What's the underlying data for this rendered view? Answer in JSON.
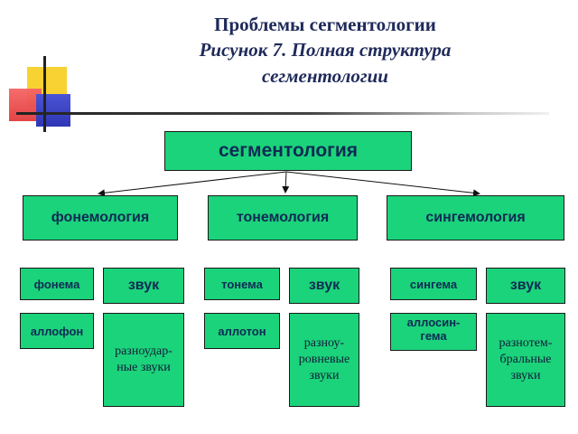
{
  "title": {
    "line1": "Проблемы сегментологии",
    "line2": "Рисунок 7. Полная структура",
    "line3": "сегментологии"
  },
  "colors": {
    "box_fill": "#1bd37a",
    "text": "#0e2a55",
    "title": "#1f2a5a"
  },
  "diagram": {
    "root": "сегментология",
    "branches": [
      "фонемология",
      "тонемология",
      "сингемология"
    ],
    "units": {
      "fonema": "фонема",
      "zvuk1": "звук",
      "tonema": "тонема",
      "zvuk2": "звук",
      "singema": "сингема",
      "zvuk3": "звук",
      "allofon": "аллофон",
      "raznoudar_1": "разноудар-",
      "raznoudar_2": "ные звуки",
      "alloton": "аллотон",
      "raznourov_1": "разноу-",
      "raznourov_2": "ровневые",
      "raznourov_3": "звуки",
      "allosin_1": "аллосин-",
      "allosin_2": "гема",
      "raznotem_1": "разнотем-",
      "raznotem_2": "бральные",
      "raznotem_3": "звуки"
    }
  }
}
